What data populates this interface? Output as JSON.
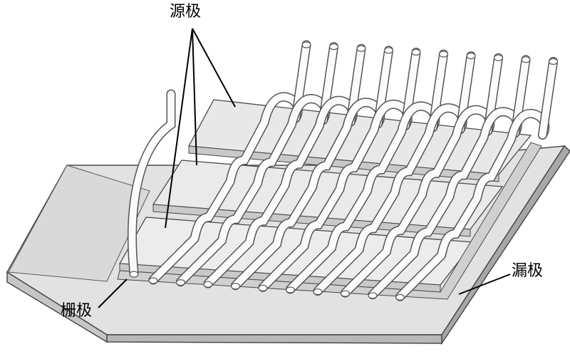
{
  "labels": {
    "source": "源极",
    "drain": "漏极",
    "gate": "栅极"
  },
  "colors": {
    "plate": "#ededed",
    "plate_edge": "#b4b4b4",
    "base": "#dcdcdc",
    "wire": "#fbfbfb",
    "wire_outline": "#555555",
    "leader": "#000000"
  }
}
